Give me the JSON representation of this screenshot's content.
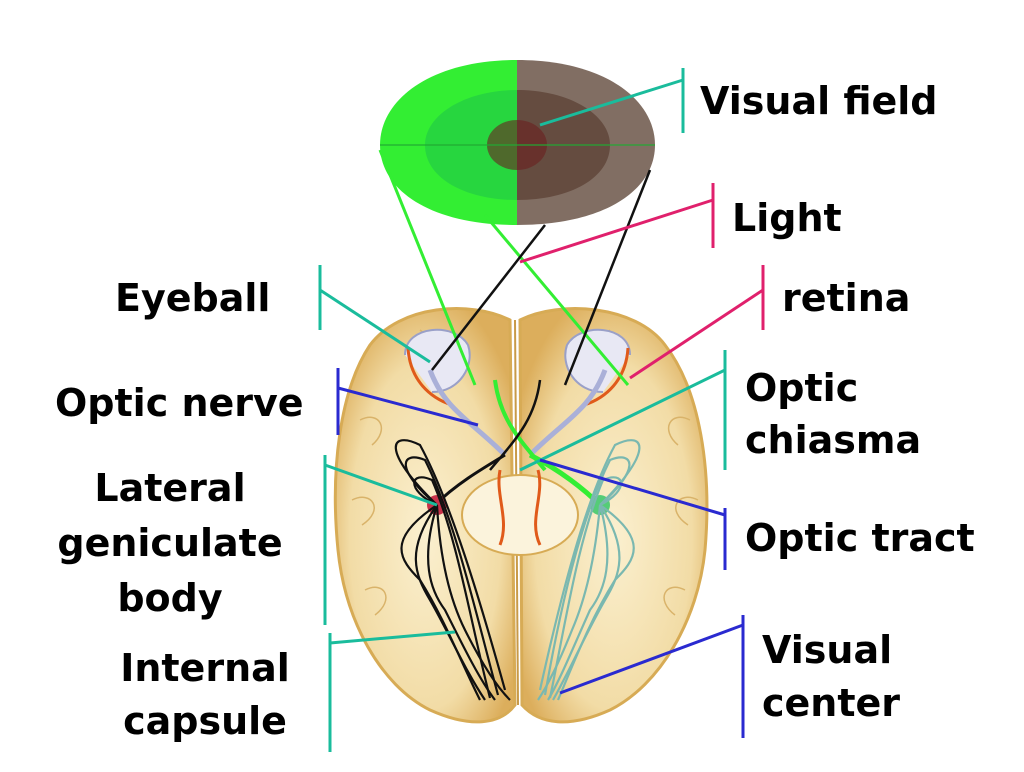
{
  "labels": {
    "visual_field": "Visual field",
    "light": "Light",
    "eyeball": "Eyeball",
    "retina": "retina",
    "optic_nerve": "Optic nerve",
    "optic_chiasma_1": "Optic",
    "optic_chiasma_2": "chiasma",
    "lateral_geniculate_1": "Lateral",
    "lateral_geniculate_2": "geniculate",
    "lateral_geniculate_3": "body",
    "optic_tract": "Optic tract",
    "internal_capsule_1": "Internal",
    "internal_capsule_2": "capsule",
    "visual_center_1": "Visual",
    "visual_center_2": "center"
  },
  "colors": {
    "teal": "#1abc9c",
    "pink": "#e0206c",
    "blue": "#2a2ad0",
    "green": "#33ee33",
    "dark": "#111111",
    "brain": "#f3dfad",
    "brain_edge": "#d7ab55"
  }
}
